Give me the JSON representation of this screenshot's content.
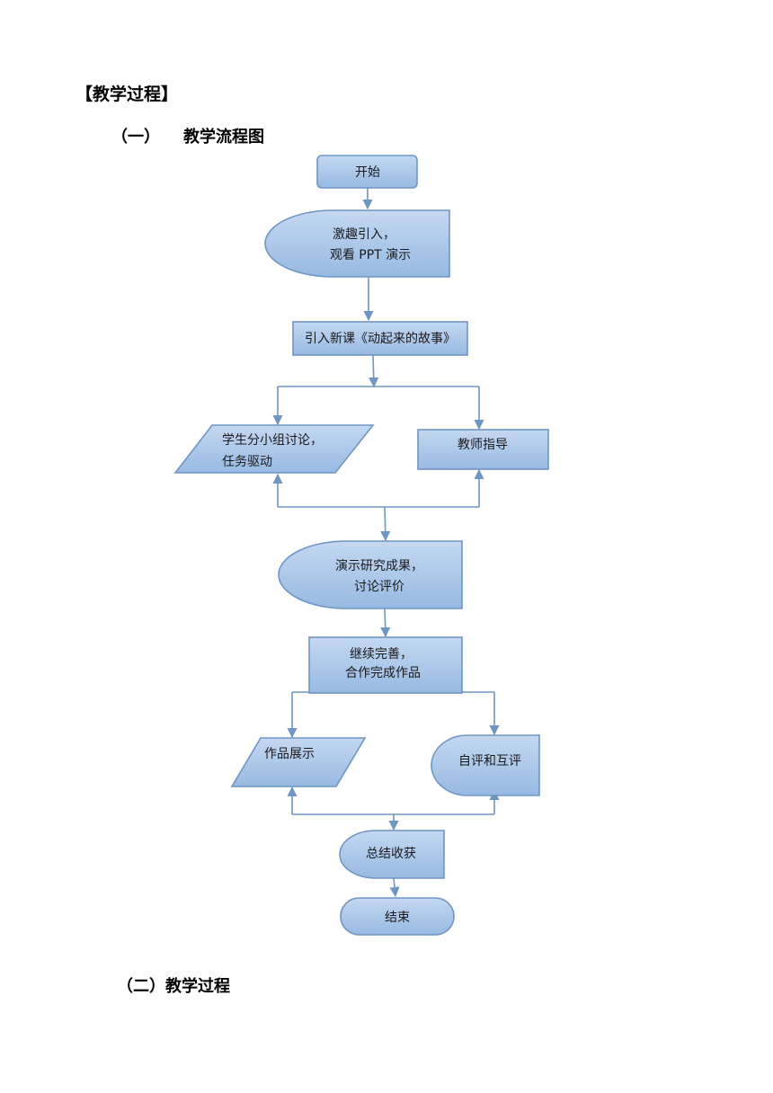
{
  "document": {
    "section_title": "【教学过程】",
    "subsection_1": {
      "number": "（一）",
      "title": "教学流程图"
    },
    "subsection_2": "（二）教学过程"
  },
  "flowchart": {
    "fill_color": "#a7c5e8",
    "stroke_color": "#6f95c2",
    "line_color": "#6f95c2",
    "nodes": {
      "start": "开始",
      "intro": [
        "激趣引入，",
        "观看 PPT 演示"
      ],
      "new_lesson": "引入新课《动起来的故事》",
      "group_discussion": [
        "学生分小组讨论，",
        "任务驱动"
      ],
      "teacher_guide": "教师指导",
      "present_results": [
        "演示研究成果，",
        "讨论评价"
      ],
      "continue_improve": [
        "继续完善，",
        "合作完成作品"
      ],
      "work_display": "作品展示",
      "self_peer_eval": "自评和互评",
      "summary": "总结收获",
      "end": "结束"
    }
  }
}
